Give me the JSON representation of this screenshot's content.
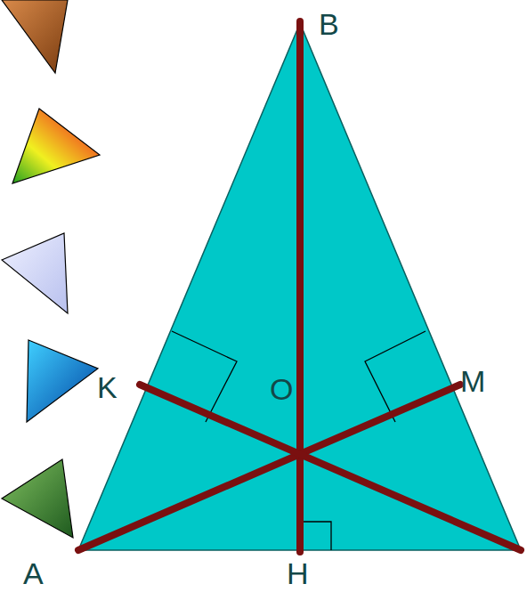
{
  "diagram": {
    "labels": [
      "B",
      "K",
      "O",
      "M",
      "A",
      "H"
    ]
  }
}
